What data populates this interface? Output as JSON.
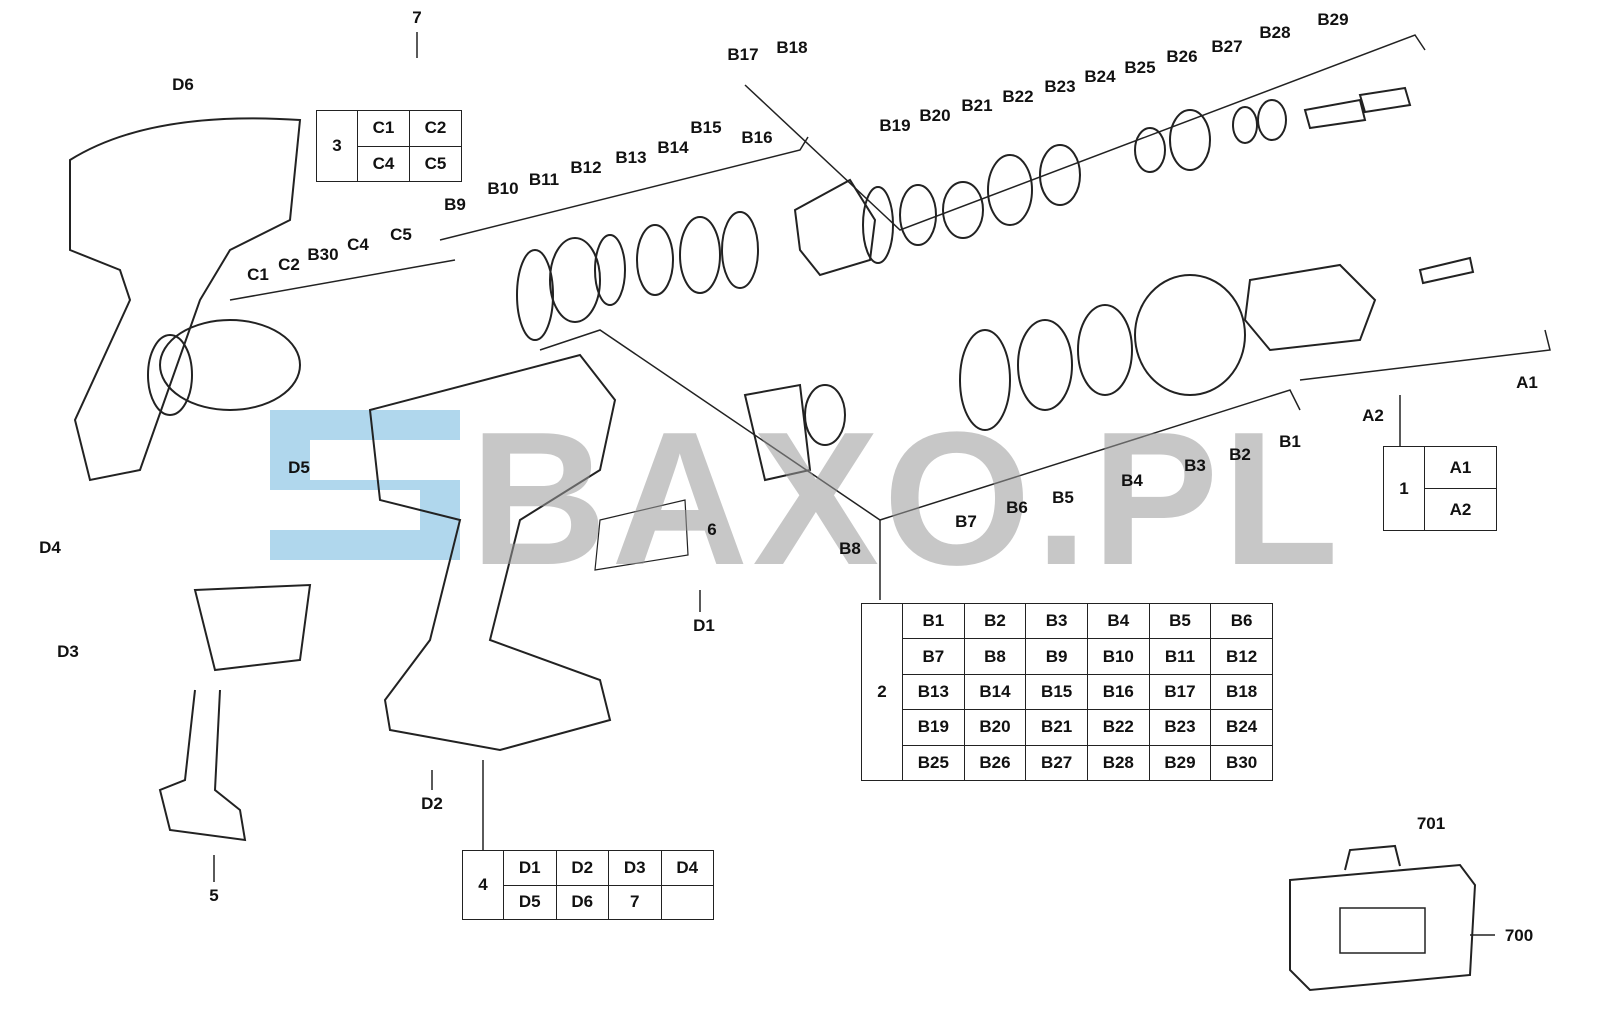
{
  "watermark": "BAXO.PL",
  "callouts": [
    "7",
    "D6",
    "B17",
    "B18",
    "B29",
    "B28",
    "B27",
    "B26",
    "B25",
    "B24",
    "B23",
    "B22",
    "B21",
    "B20",
    "B19",
    "B15",
    "B16",
    "B14",
    "B13",
    "B12",
    "B11",
    "B10",
    "B9",
    "C5",
    "C4",
    "B30",
    "C2",
    "C1",
    "A1",
    "A2",
    "B1",
    "B2",
    "B3",
    "B4",
    "B5",
    "B6",
    "B7",
    "B8",
    "D5",
    "D4",
    "D3",
    "D1",
    "6",
    "D2",
    "5",
    "701",
    "700"
  ],
  "kits": {
    "kit3": {
      "id": "3",
      "rows": [
        [
          "C1",
          "C2"
        ],
        [
          "C4",
          "C5"
        ]
      ]
    },
    "kit1": {
      "id": "1",
      "rows": [
        [
          "A1"
        ],
        [
          "A2"
        ]
      ]
    },
    "kit2": {
      "id": "2",
      "rows": [
        [
          "B1",
          "B2",
          "B3",
          "B4",
          "B5",
          "B6"
        ],
        [
          "B7",
          "B8",
          "B9",
          "B10",
          "B11",
          "B12"
        ],
        [
          "B13",
          "B14",
          "B15",
          "B16",
          "B17",
          "B18"
        ],
        [
          "B19",
          "B20",
          "B21",
          "B22",
          "B23",
          "B24"
        ],
        [
          "B25",
          "B26",
          "B27",
          "B28",
          "B29",
          "B30"
        ]
      ]
    },
    "kit4": {
      "id": "4",
      "rows": [
        [
          "D1",
          "D2",
          "D3",
          "D4"
        ],
        [
          "D5",
          "D6",
          "7",
          ""
        ]
      ]
    }
  }
}
